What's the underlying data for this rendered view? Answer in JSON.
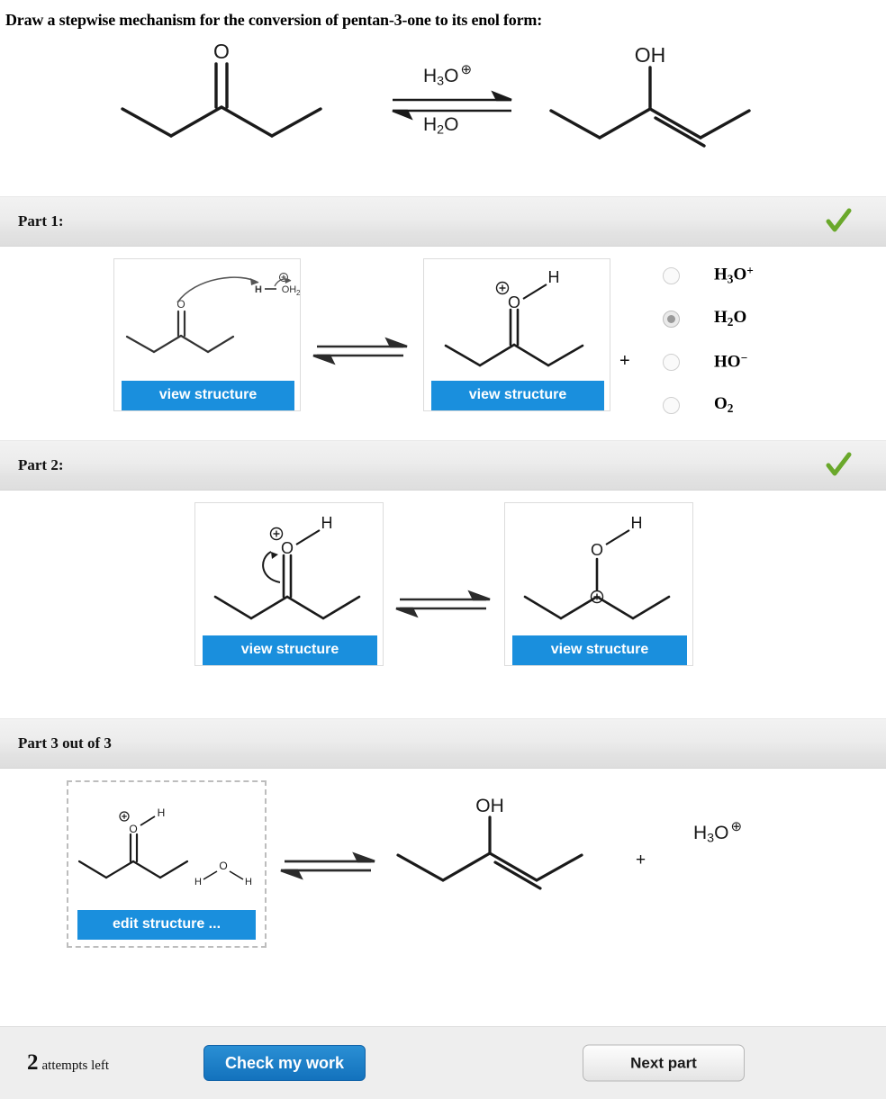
{
  "prompt": "Draw a stepwise mechanism for the conversion of pentan-3-one to its enol form:",
  "colors": {
    "accent_blue": "#1a8fdd",
    "check_green": "#6aa82b",
    "bar_gray": "#ececec",
    "footer_gray": "#eeeeee"
  },
  "top_scheme": {
    "reactant_name": "pentan-3-one",
    "reactant_label_o": "O",
    "arrow_top_reagent": "H3O+",
    "arrow_top_reagent_parts": {
      "formula": "H",
      "sub": "3",
      "element": "O",
      "charge": "+"
    },
    "arrow_bottom_reagent": "H2O",
    "arrow_bottom_parts": {
      "formula": "H",
      "sub": "2",
      "element": "O"
    },
    "product_name": "pent-2-en-3-ol",
    "product_label_oh": "OH"
  },
  "parts": [
    {
      "id": "part-1",
      "header": "Part 1:",
      "complete": true,
      "left_structure": {
        "caption": "view structure",
        "labels": {
          "o": "O",
          "h": "H",
          "oh2": "OH",
          "oh2_sub": "2",
          "charge": "⊕"
        },
        "description": "ketone oxygen attacks proton of hydronium"
      },
      "right_structure": {
        "caption": "view structure",
        "labels": {
          "o": "O",
          "h": "H",
          "charge": "⊕"
        },
        "description": "protonated ketone oxocarbenium"
      },
      "plus": "+",
      "options": [
        {
          "label_html": "H<sub>3</sub>O<sup>+</sup>",
          "text": "H3O+",
          "selected": false
        },
        {
          "label_html": "H<sub>2</sub>O",
          "text": "H2O",
          "selected": true
        },
        {
          "label_html": "HO<sup>−</sup>",
          "text": "HO-",
          "selected": false
        },
        {
          "label_html": "O<sub>2</sub>",
          "text": "O2",
          "selected": false
        }
      ]
    },
    {
      "id": "part-2",
      "header": "Part 2:",
      "complete": true,
      "left_structure": {
        "caption": "view structure",
        "labels": {
          "o": "O",
          "h": "H",
          "charge": "⊕"
        },
        "description": "protonated ketone with curved arrow from C=O to O"
      },
      "right_structure": {
        "caption": "view structure",
        "labels": {
          "o": "O",
          "h": "H",
          "charge": "⊕"
        },
        "description": "carbocation bearing hydroxyl group"
      }
    },
    {
      "id": "part-3",
      "header": "Part 3 out of 3",
      "complete": false,
      "left_structure": {
        "caption": "edit structure ...",
        "editable": true,
        "labels": {
          "o": "O",
          "h": "H",
          "charge": "⊕",
          "water_o": "O",
          "water_h_left": "H",
          "water_h_right": "H"
        },
        "description": "protonated ketone plus water molecule"
      },
      "product": {
        "label_oh": "OH",
        "description": "enol form"
      },
      "plus": "+",
      "byproduct": {
        "formula": "H",
        "sub": "3",
        "element": "O",
        "charge": "⊕",
        "text": "H3O+"
      }
    }
  ],
  "footer": {
    "attempts_number": "2",
    "attempts_text": "attempts left",
    "check_button": "Check my work",
    "next_button": "Next part"
  }
}
